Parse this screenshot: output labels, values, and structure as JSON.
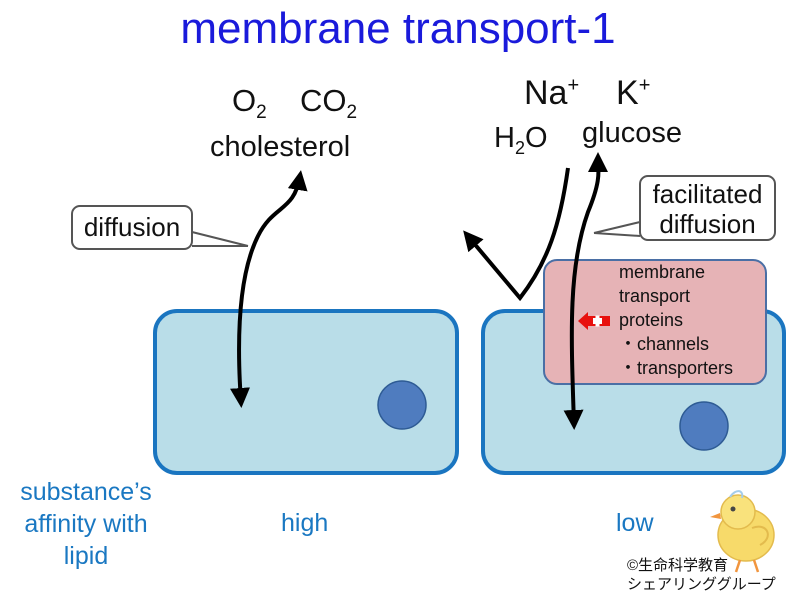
{
  "title": "membrane transport-1",
  "left_substances": {
    "o2": {
      "base": "O",
      "sub": "2"
    },
    "co2": {
      "base": "CO",
      "sub": "2"
    },
    "cholesterol": "cholesterol"
  },
  "right_substances": {
    "na": {
      "base": "Na",
      "sup": "+"
    },
    "k": {
      "base": "K",
      "sup": "+"
    },
    "h2o": {
      "base": "H",
      "sub": "2",
      "tail": "O"
    },
    "glucose": "glucose"
  },
  "callouts": {
    "diffusion": "diffusion",
    "facilitated_line1": "facilitated",
    "facilitated_line2": "diffusion"
  },
  "proteins_box": {
    "line1": "membrane",
    "line2": "transport",
    "line3": "proteins",
    "item1": "・channels",
    "item2": "・transporters"
  },
  "bottom_labels": {
    "affinity_line1": "substance’s",
    "affinity_line2": "affinity with",
    "affinity_line3": "lipid",
    "high": "high",
    "low": "low"
  },
  "credit": {
    "line1": "©生命科学教育",
    "line2": "シェアリンググループ"
  },
  "colors": {
    "title": "#1a1adb",
    "cell_fill": "#b9dde8",
    "cell_border": "#1a75c0",
    "nucleus": "#4f7cbf",
    "protein_fill": "#e6b3b6",
    "marker_red": "#e8110e",
    "bottom_label": "#1a78c2"
  }
}
